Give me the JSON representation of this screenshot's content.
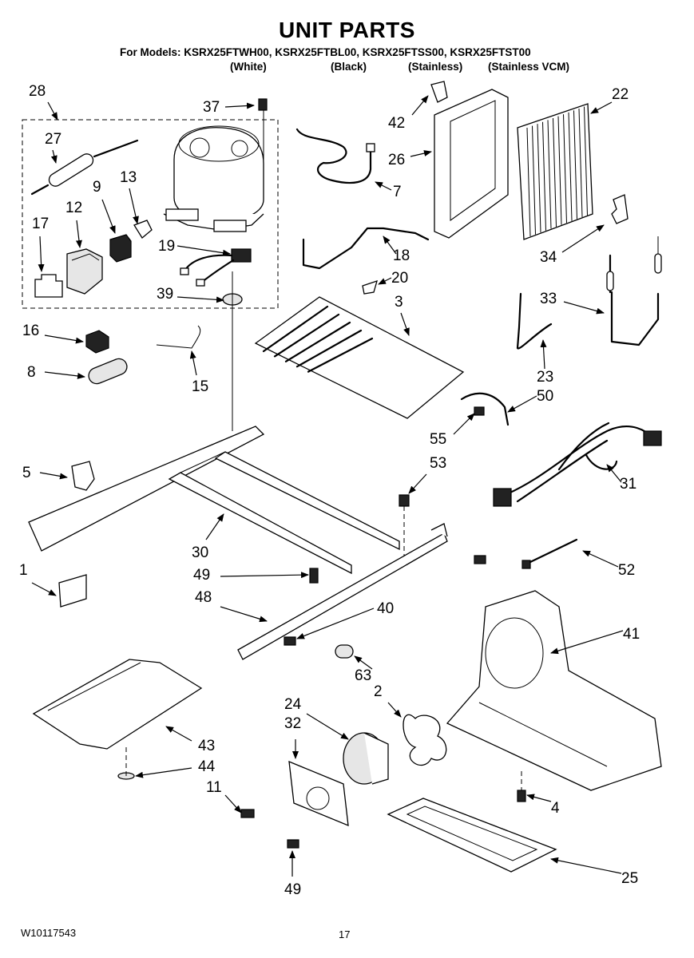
{
  "header": {
    "title": "UNIT PARTS",
    "models_line": "For Models: KSRX25FTWH00, KSRX25FTBL00, KSRX25FTSS00, KSRX25FTST00",
    "variants": [
      "(White)",
      "(Black)",
      "(Stainless)",
      "(Stainless VCM)"
    ]
  },
  "callouts": [
    "28",
    "27",
    "17",
    "12",
    "9",
    "13",
    "37",
    "19",
    "39",
    "16",
    "8",
    "15",
    "42",
    "26",
    "22",
    "7",
    "18",
    "20",
    "3",
    "34",
    "33",
    "23",
    "50",
    "55",
    "53",
    "31",
    "5",
    "30",
    "49",
    "48",
    "1",
    "40",
    "52",
    "41",
    "63",
    "2",
    "24",
    "32",
    "43",
    "44",
    "11",
    "4",
    "49",
    "25"
  ],
  "footer": {
    "doc_number": "W10117543",
    "page_number": "17"
  }
}
